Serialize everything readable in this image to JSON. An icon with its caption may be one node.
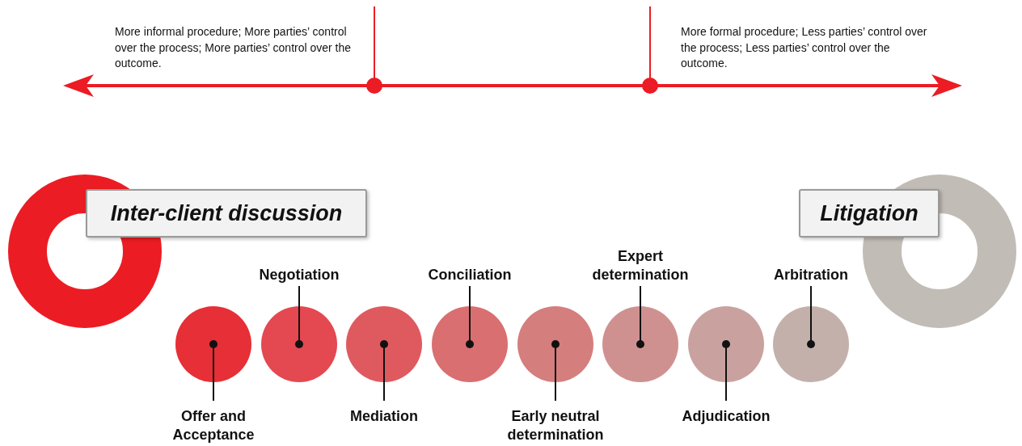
{
  "diagram": {
    "nodes": [
      {
        "text": [],
        "shape": "circle"
      },
      {
        "text": [
          "Inter-client discussion"
        ]
      },
      {
        "text": [
          "Litigation"
        ]
      },
      {
        "text": [],
        "shape": "circle"
      },
      {
        "text": [],
        "shape": "circle"
      },
      {
        "text": [],
        "shape": "circle"
      },
      {
        "text": [],
        "shape": "circle"
      },
      {
        "text": [],
        "shape": "circle"
      },
      {
        "text": [],
        "shape": "circle"
      },
      {
        "text": [],
        "shape": "circle"
      },
      {
        "text": [],
        "shape": "circle"
      },
      {
        "text": [],
        "shape": "circle"
      },
      {
        "text": [
          "Offer and Acceptance"
        ]
      },
      {
        "text": [
          "Negotiation"
        ]
      },
      {
        "text": [
          "Mediation"
        ]
      },
      {
        "text": [
          "Conciliation"
        ]
      },
      {
        "text": [
          "Early neutral determination"
        ]
      },
      {
        "text": [
          "Expert determination"
        ]
      },
      {
        "text": [
          "Adjudication"
        ]
      },
      {
        "text": [
          "Arbitration"
        ]
      }
    ],
    "edges": [
      {
        "from": 12,
        "to": 4,
        "arrow": "other"
      },
      {
        "from": 13,
        "to": 5,
        "arrow": "other"
      },
      {
        "from": 14,
        "to": 6,
        "arrow": "other"
      },
      {
        "from": 15,
        "to": 7,
        "arrow": "other"
      },
      {
        "from": 16,
        "to": 8,
        "arrow": "other"
      },
      {
        "from": 17,
        "to": 9,
        "arrow": "other"
      },
      {
        "from": 18,
        "to": 10,
        "arrow": "other"
      },
      {
        "from": 19,
        "to": 11,
        "arrow": "other"
      }
    ],
    "labels": [
      "More informal procedure; More parties’ control over the process; More parties’ control over the outcome.",
      "More formal procedure; Less parties’ control over the process; Less parties’ control over the outcome."
    ]
  }
}
